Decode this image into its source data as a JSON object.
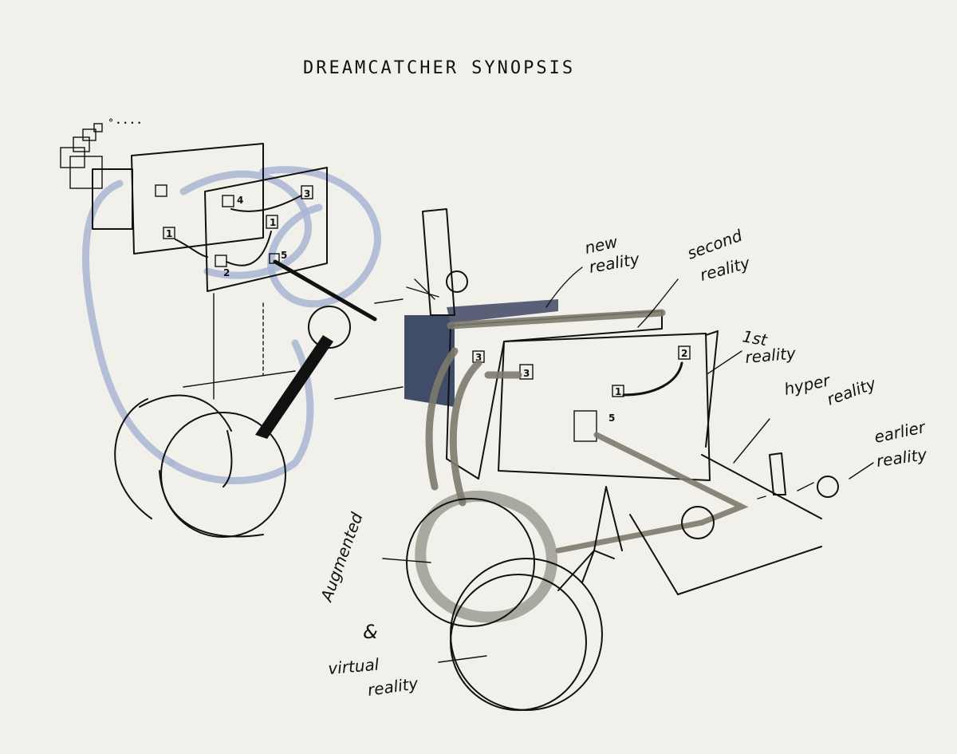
{
  "title": "DREAMCATCHER SYNOPSIS",
  "labels": {
    "new_reality": [
      "new",
      "reality"
    ],
    "second_reality": [
      "second",
      "reality"
    ],
    "first_reality": [
      "1st",
      "reality"
    ],
    "hyper_reality": [
      "hyper",
      "reality"
    ],
    "earlier_reality": [
      "earlier",
      "reality"
    ],
    "augmented": "Augmented",
    "ampersand": "&",
    "virtual_reality": [
      "virtual",
      "reality"
    ]
  },
  "left_frame_numbers": [
    "4",
    "3",
    "1",
    "2",
    "5",
    "1"
  ],
  "right_frame_numbers": [
    "3",
    "3",
    "2",
    "1",
    "5"
  ],
  "colors": {
    "paper": "#f1f0eb",
    "ink": "#111111",
    "blue_marker": "#a9b6d3",
    "grey_marker": "#7c7a6c",
    "navy_marker": "#2c3a5a"
  }
}
